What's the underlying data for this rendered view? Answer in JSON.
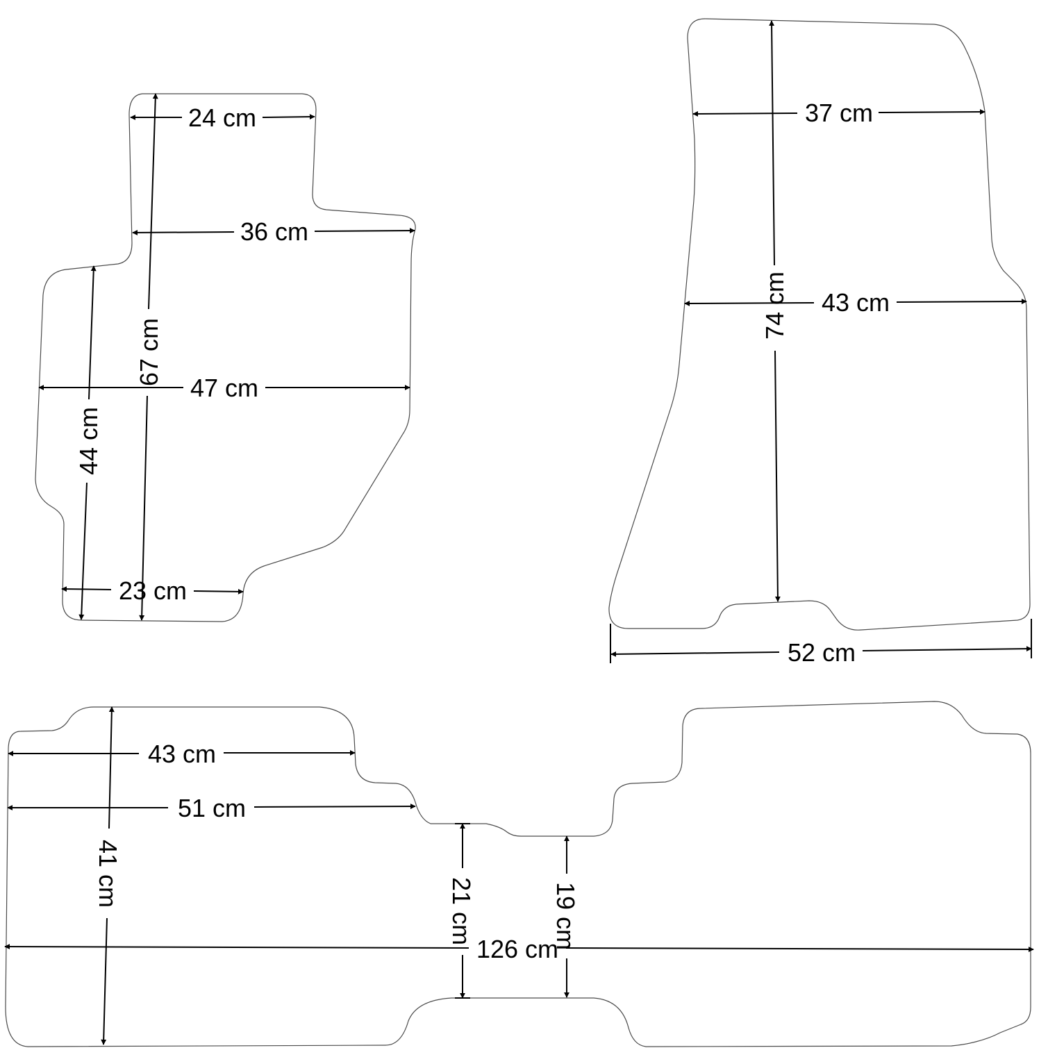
{
  "colors": {
    "outline": "#4a4a4a",
    "dimension": "#000000",
    "background": "#ffffff"
  },
  "dimensions": {
    "front_left_top_width": "24 cm",
    "front_left_mid_width": "36 cm",
    "front_left_widest": "47 cm",
    "front_left_bottom_width": "23 cm",
    "front_left_total_height": "67 cm",
    "front_left_side_height": "44 cm",
    "front_right_top_width": "37 cm",
    "front_right_mid_width": "43 cm",
    "front_right_bottom_width": "52 cm",
    "front_right_height": "74 cm",
    "rear_left_top_width": "43 cm",
    "rear_left_mid_width": "51 cm",
    "rear_total_width": "126 cm",
    "rear_height": "41 cm",
    "rear_tunnel_depth_left": "21 cm",
    "rear_tunnel_depth_right": "19 cm"
  }
}
